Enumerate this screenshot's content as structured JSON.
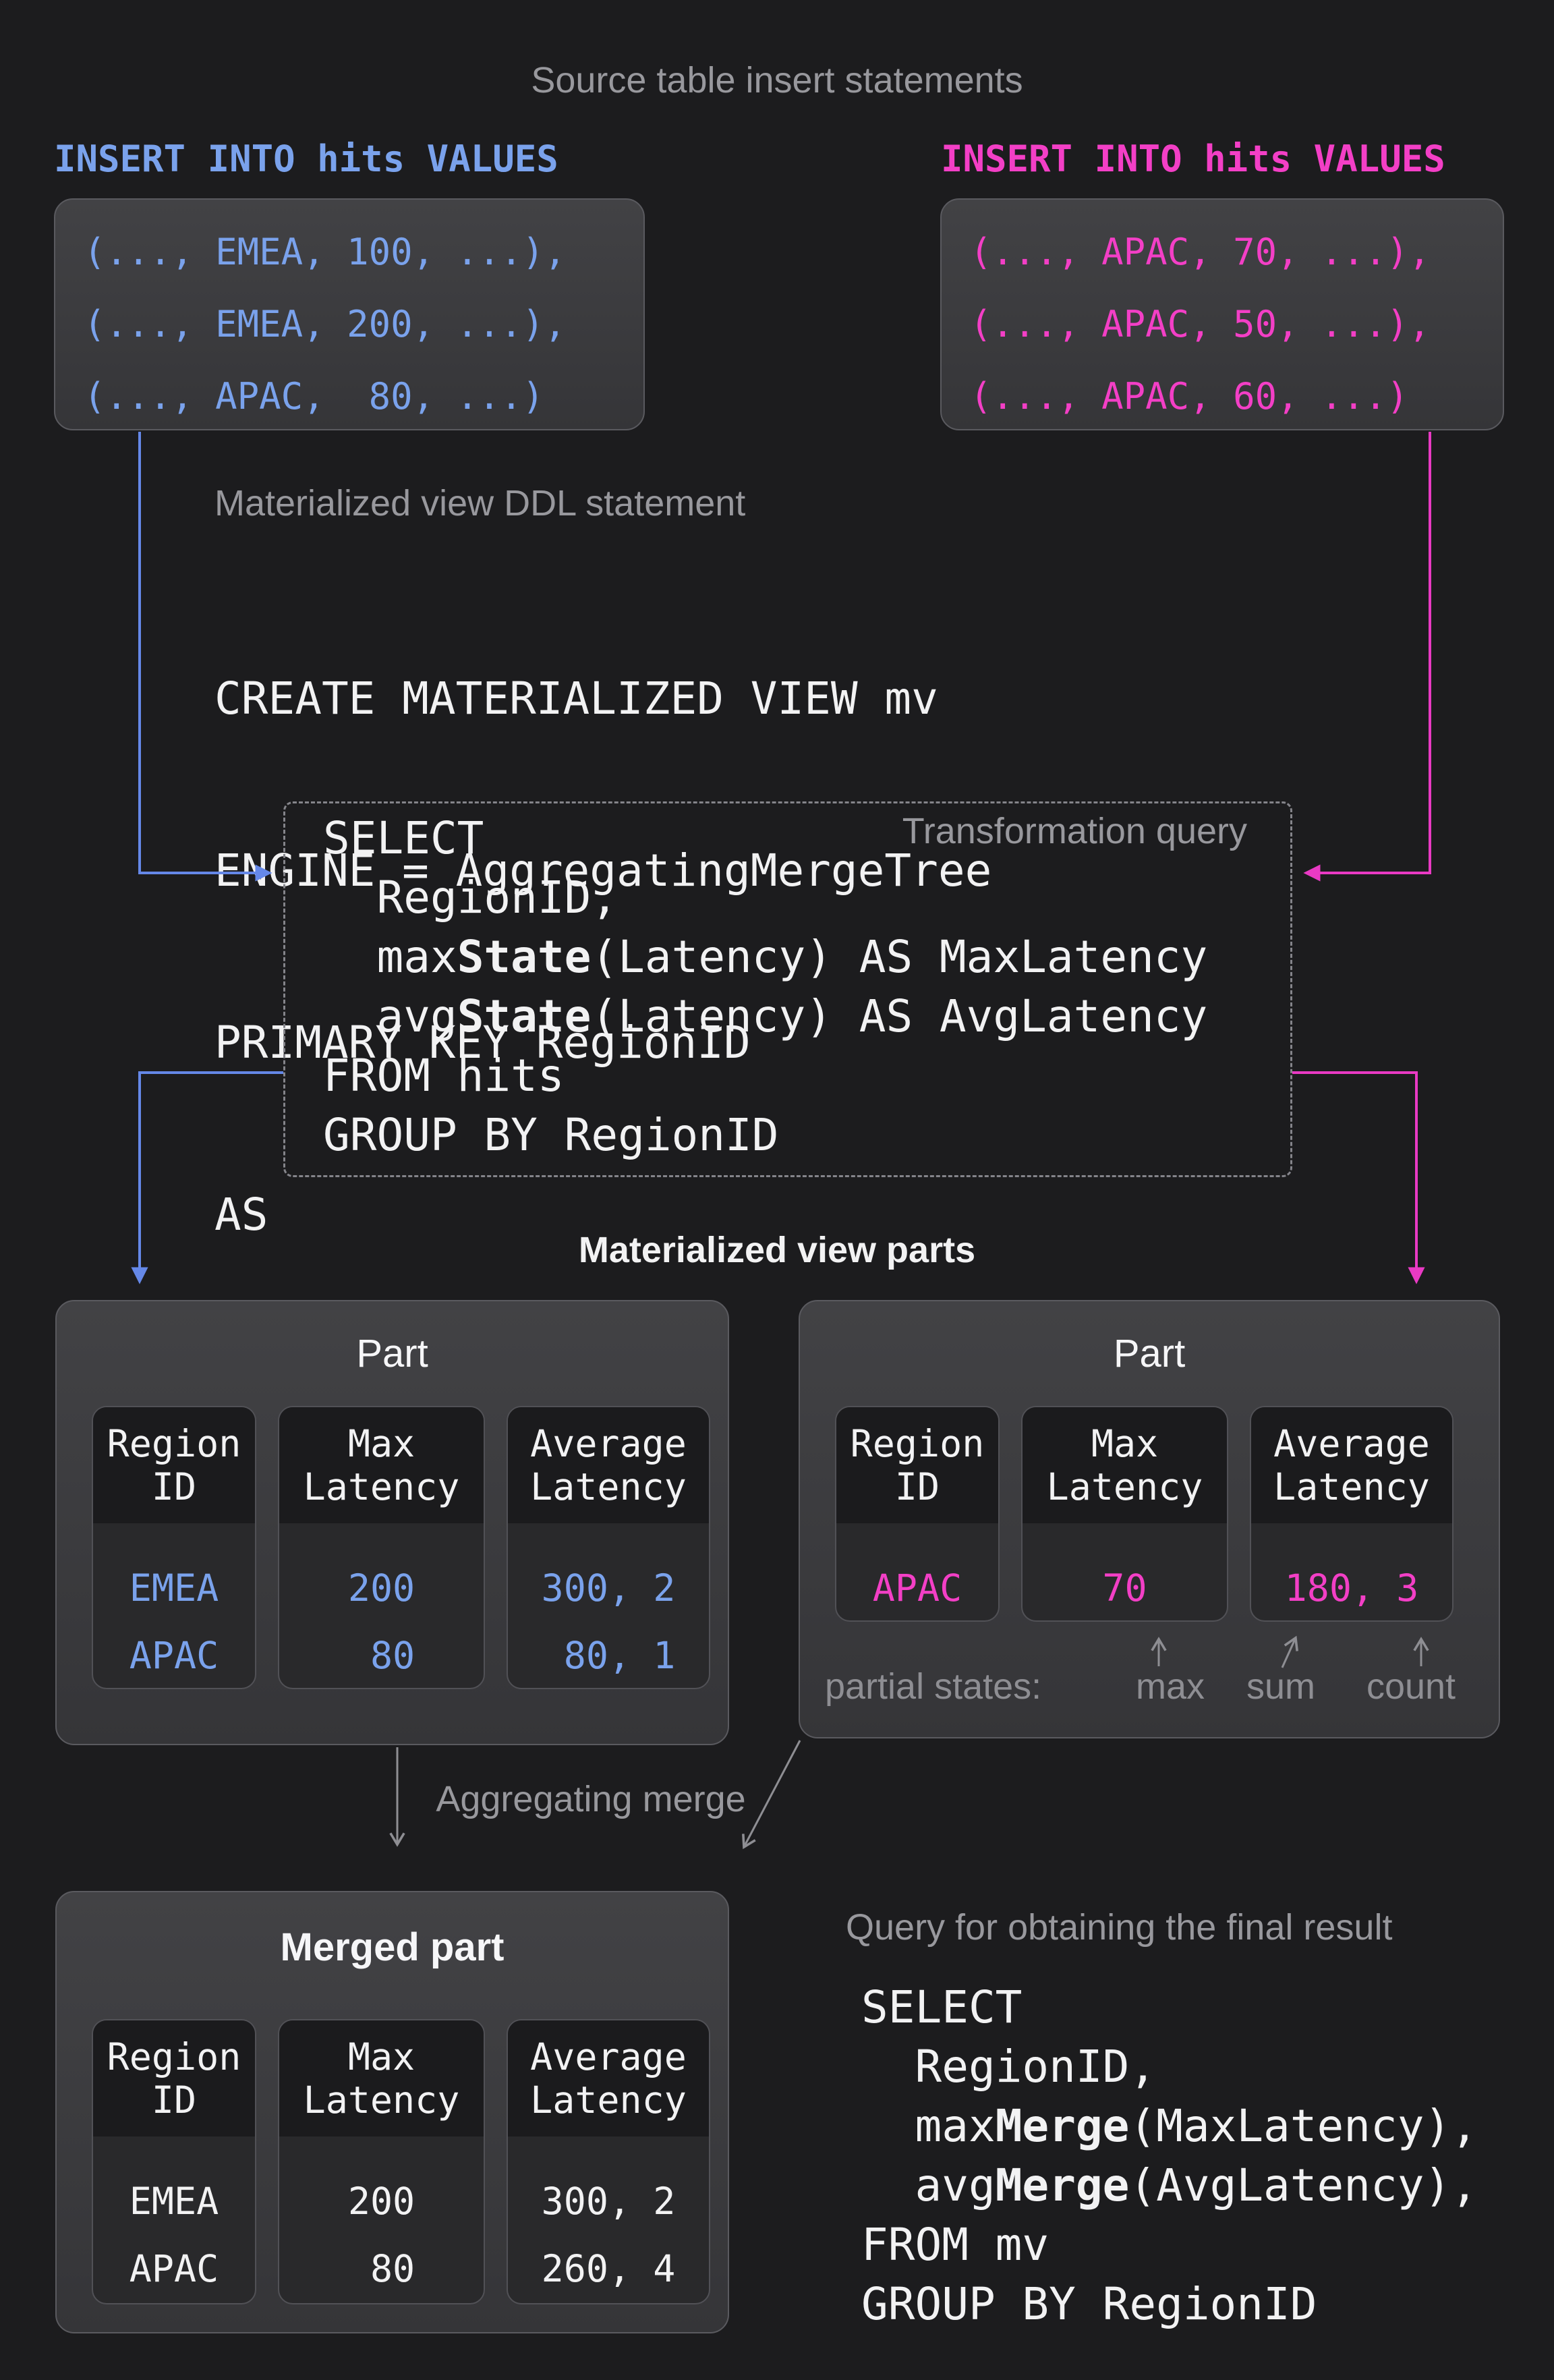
{
  "titles": {
    "source": "Source table insert statements",
    "ddl": "Materialized view DDL statement",
    "transformation": "Transformation query",
    "parts": "Materialized view parts",
    "merge": "Aggregating merge",
    "final": "Query for obtaining the final result"
  },
  "colors": {
    "background": "#1c1c1e",
    "blue_text": "#7aa2ec",
    "blue_line": "#6588e8",
    "magenta_text": "#f33fc6",
    "magenta_line": "#e93ac4",
    "gray_text": "#98989d",
    "white_text": "#f2f2f3",
    "box_fill_top": "#424245",
    "box_fill_bottom": "#353538",
    "card_header_fill": "#1b1b1d",
    "card_body_fill": "#29292b"
  },
  "inserts": {
    "left": {
      "label": "INSERT INTO hits VALUES",
      "rows": [
        "(..., EMEA, 100, ...),",
        "(..., EMEA, 200, ...),",
        "(..., APAC,  80, ...)"
      ]
    },
    "right": {
      "label": "INSERT INTO hits VALUES",
      "rows": [
        "(..., APAC, 70, ...),",
        "(..., APAC, 50, ...),",
        "(..., APAC, 60, ...)"
      ]
    }
  },
  "ddl_code": {
    "lines": [
      "CREATE MATERIALIZED VIEW mv",
      "ENGINE = AggregatingMergeTree",
      "PRIMARY KEY RegionID",
      "AS"
    ]
  },
  "transform_code": {
    "lines": [
      {
        "pre": "SELECT",
        "bold": "",
        "post": ""
      },
      {
        "pre": "  RegionID,",
        "bold": "",
        "post": ""
      },
      {
        "pre": "  max",
        "bold": "State",
        "post": "(Latency) AS MaxLatency"
      },
      {
        "pre": "  avg",
        "bold": "State",
        "post": "(Latency) AS AvgLatency"
      },
      {
        "pre": "FROM hits",
        "bold": "",
        "post": ""
      },
      {
        "pre": "GROUP BY RegionID",
        "bold": "",
        "post": ""
      }
    ]
  },
  "parts": {
    "left": {
      "title": "Part",
      "columns": [
        {
          "h1": "Region",
          "h2": "ID",
          "values": [
            "EMEA",
            "APAC"
          ]
        },
        {
          "h1": "Max",
          "h2": "Latency",
          "values": [
            "200",
            " 80"
          ]
        },
        {
          "h1": "Average",
          "h2": "Latency",
          "values": [
            "300, 2",
            " 80, 1"
          ]
        }
      ]
    },
    "right": {
      "title": "Part",
      "columns": [
        {
          "h1": "Region",
          "h2": "ID",
          "values": [
            "APAC"
          ]
        },
        {
          "h1": "Max",
          "h2": "Latency",
          "values": [
            "70"
          ]
        },
        {
          "h1": "Average",
          "h2": "Latency",
          "values": [
            "180, 3"
          ]
        }
      ],
      "partial": {
        "label": "partial states:",
        "arrow1": "max",
        "arrow2": "sum",
        "arrow3": "count"
      }
    }
  },
  "merged": {
    "title": "Merged part",
    "columns": [
      {
        "h1": "Region",
        "h2": "ID",
        "values": [
          "EMEA",
          "APAC"
        ]
      },
      {
        "h1": "Max",
        "h2": "Latency",
        "values": [
          "200",
          " 80"
        ]
      },
      {
        "h1": "Average",
        "h2": "Latency",
        "values": [
          "300, 2",
          "260, 4"
        ]
      }
    ]
  },
  "final_code": {
    "lines": [
      {
        "pre": "SELECT",
        "bold": "",
        "post": ""
      },
      {
        "pre": "  RegionID,",
        "bold": "",
        "post": ""
      },
      {
        "pre": "  max",
        "bold": "Merge",
        "post": "(MaxLatency),"
      },
      {
        "pre": "  avg",
        "bold": "Merge",
        "post": "(AvgLatency),"
      },
      {
        "pre": "FROM mv",
        "bold": "",
        "post": ""
      },
      {
        "pre": "GROUP BY RegionID",
        "bold": "",
        "post": ""
      }
    ]
  }
}
